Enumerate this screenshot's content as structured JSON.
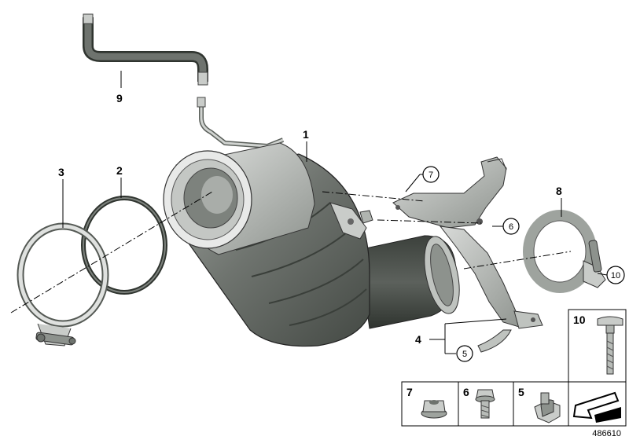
{
  "callouts": {
    "c1": "1",
    "c2": "2",
    "c3": "3",
    "c4": "4",
    "c5": "5",
    "c6": "6",
    "c7": "7",
    "c8": "8",
    "c9": "9",
    "c10": "10"
  },
  "legend": {
    "box10": "10",
    "box7": "7",
    "box6": "6",
    "box5": "5"
  },
  "diagram_number": "486610",
  "colors": {
    "part_dark": "#5a5f5a",
    "part_mid": "#8e938e",
    "part_light": "#c9ccc9",
    "hose": "#4e534e",
    "ink": "#000000"
  }
}
